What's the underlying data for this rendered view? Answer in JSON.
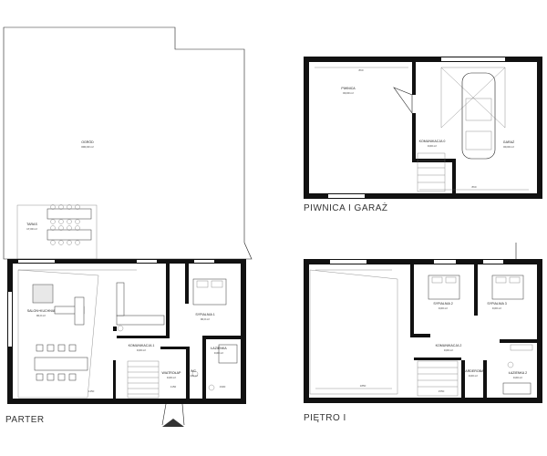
{
  "titles": {
    "parter": "PARTER",
    "piwnica": "PIWNICA I GARAŻ",
    "pietro": "PIĘTRO I"
  },
  "parter": {
    "ogrod": {
      "name": "OGRÓD",
      "area": "000,00 m²"
    },
    "taras": {
      "name": "TARAS",
      "area": "17,00 m²"
    },
    "salon": {
      "name": "SALON+KUCHNIA",
      "area": "00,0 m²"
    },
    "komunikacja": {
      "name": "KOMUNIKACJA 1",
      "area": "0,00 m²"
    },
    "sypialnia1": {
      "name": "SYPIALNIA 1",
      "area": "00,0 m²"
    },
    "lazienka1": {
      "name": "ŁAZIENKA",
      "area": "0,00 m²"
    },
    "wiatrolap": {
      "name": "WIATROŁAP",
      "area": "0,00 m²"
    },
    "wc": {
      "name": "WC",
      "area": "0,00 m²"
    },
    "dims": [
      "1450",
      "1150",
      "1900"
    ]
  },
  "piwnica": {
    "piwnica": {
      "name": "PIWNICA",
      "area": "00,00 m²"
    },
    "garaz": {
      "name": "GARAŻ",
      "area": "00,00 m²"
    },
    "komunikacja": {
      "name": "KOMUNIKACJA 0",
      "area": "0,00 m²"
    },
    "dims": [
      "860",
      "860"
    ]
  },
  "pietro": {
    "sypialnia2": {
      "name": "SYPIALNIA 2",
      "area": "0,00 m²"
    },
    "sypialnia3": {
      "name": "SYPIALNIA 3",
      "area": "0,00 m²"
    },
    "komunikacja": {
      "name": "KOMUNIKACJA 2",
      "area": "0,00 m²"
    },
    "garderoba": {
      "name": "GARDEROBA",
      "area": "0,00 m²"
    },
    "lazienka2": {
      "name": "ŁAZIENKA 2",
      "area": "0,00 m²"
    },
    "dims": [
      "1850",
      "1550"
    ]
  }
}
